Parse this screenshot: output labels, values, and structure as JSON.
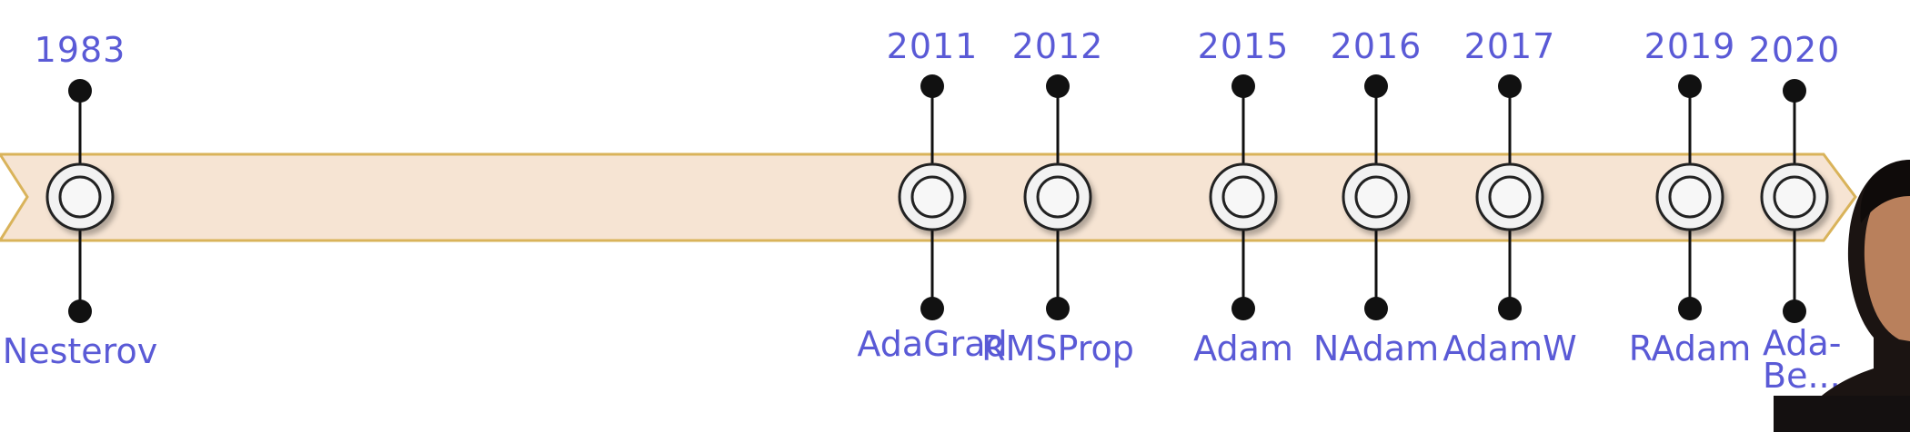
{
  "timeline": {
    "colors": {
      "band_fill": "#f6e4d3",
      "band_stroke": "#d9b35a",
      "text": "#5a5ad6",
      "stem": "#111111"
    },
    "events": [
      {
        "year": "1983",
        "label": "Nesterov"
      },
      {
        "year": "2011",
        "label": "AdaGrad"
      },
      {
        "year": "2012",
        "label": "RMSProp"
      },
      {
        "year": "2015",
        "label": "Adam"
      },
      {
        "year": "2016",
        "label": "NAdam"
      },
      {
        "year": "2017",
        "label": "AdamW"
      },
      {
        "year": "2019",
        "label": "RAdam"
      },
      {
        "year": "2020",
        "label": "Ada-Be..."
      }
    ]
  }
}
